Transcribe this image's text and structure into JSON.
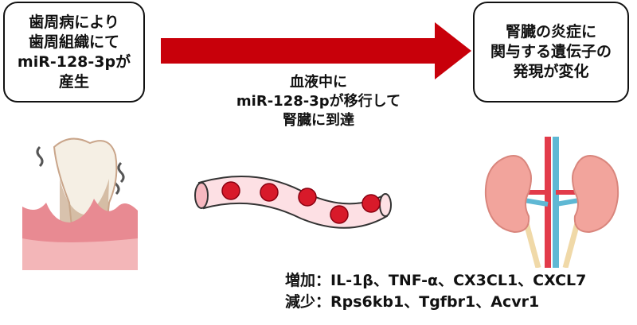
{
  "left_box": {
    "lines": [
      "歯周病により",
      "歯周組織にて",
      "miR-128-3pが",
      "産生"
    ]
  },
  "right_box": {
    "lines": [
      "腎臓の炎症に",
      "関与する遺伝子の",
      "発現が変化"
    ]
  },
  "arrow_label": {
    "lines": [
      "血液中に",
      "miR-128-3pが移行して",
      "腎臓に到達"
    ]
  },
  "results": {
    "increase_label": "増加：",
    "increase_genes": "IL-1β、TNF-α、CX3CL1、CXCL7",
    "decrease_label": "減少：",
    "decrease_genes": "Rps6kb1、Tgfbr1、Acvr1"
  },
  "colors": {
    "arrow": "#c8000a",
    "gum": "#e88a92",
    "blood_cell": "#d81a2a",
    "kidney": "#f2a49c"
  }
}
